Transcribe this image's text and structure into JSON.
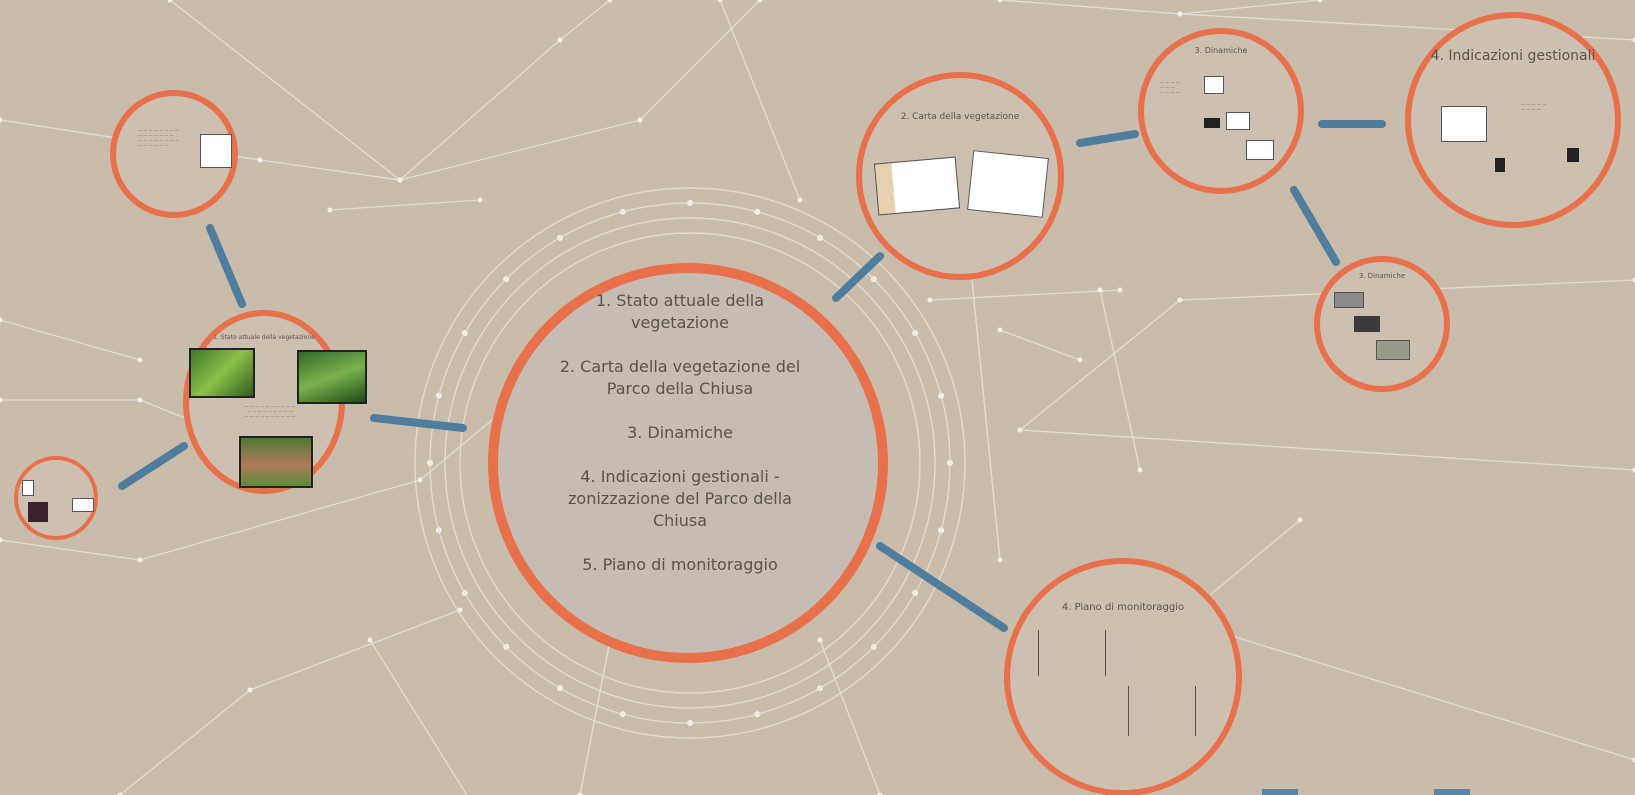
{
  "colors": {
    "background": "#c9bcab",
    "circle_border": "#e8704a",
    "connector": "#4f7d9e",
    "network_line": "#e9e3da",
    "text": "#5a524c"
  },
  "center": {
    "items": [
      "1. Stato attuale della\nvegetazione",
      "2. Carta della vegetazione del\nParco della Chiusa",
      "3. Dinamiche",
      "4. Indicazioni gestionali -\nzonizzazione del Parco della\nChiusa",
      "5. Piano di monitoraggio"
    ]
  },
  "nodes": {
    "stato": {
      "title": "1. Stato attuale della vegetazione"
    },
    "carta": {
      "title": "2. Carta della vegetazione"
    },
    "dinamiche": {
      "title": "3. Dinamiche"
    },
    "dinamiche_small": {
      "title": "3. Dinamiche"
    },
    "indicazioni": {
      "title": "4. Indicazioni gestionali"
    },
    "monitoraggio": {
      "title": "4. Piano di monitoraggio"
    }
  }
}
